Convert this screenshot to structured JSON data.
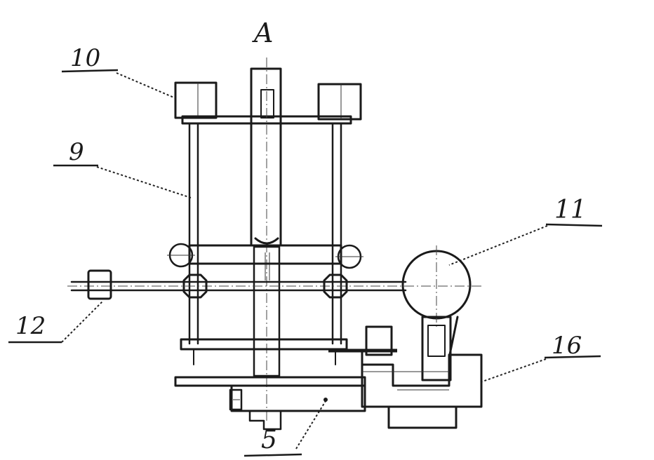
{
  "labels": {
    "view": "A",
    "part_10": "10",
    "part_9": "9",
    "part_11": "11",
    "part_12": "12",
    "part_16": "16",
    "part_5": "5"
  },
  "colors": {
    "ink": "#1a1a1a",
    "paper": "#ffffff"
  }
}
